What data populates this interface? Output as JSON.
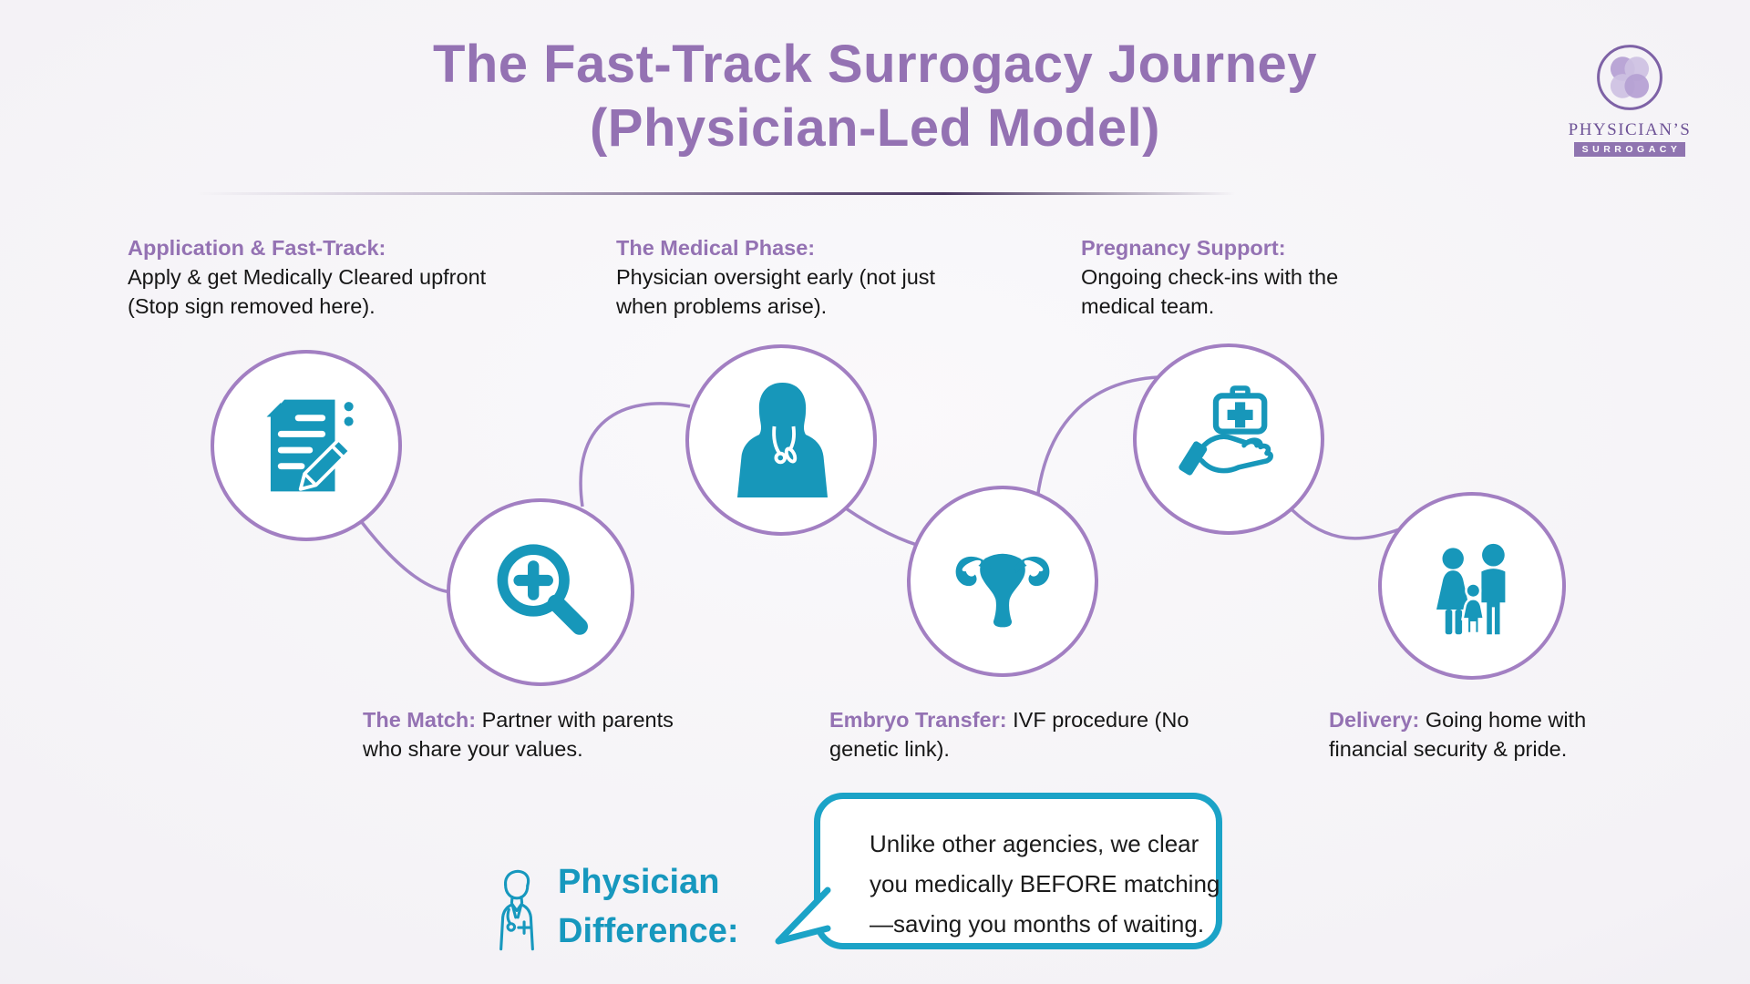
{
  "title": {
    "lines": [
      "The Fast-Track Surrogacy Journey",
      "(Physician-Led Model)"
    ]
  },
  "logo": {
    "name": "PHYSICIAN’S",
    "tagline": "SURROGACY",
    "icon": "clover-flower-icon"
  },
  "steps": [
    {
      "id": "application",
      "heading": "Application & Fast-Track:",
      "body": "Apply & get Medically Cleared upfront (Stop sign removed here).",
      "icon": "document-pencil-icon"
    },
    {
      "id": "match",
      "heading": "The Match:",
      "body": "Partner with parents who share your values.",
      "icon": "magnifier-plus-icon"
    },
    {
      "id": "medical-phase",
      "heading": "The Medical Phase:",
      "body": "Physician oversight early (not just when problems arise).",
      "icon": "female-doctor-icon"
    },
    {
      "id": "embryo-transfer",
      "heading": "Embryo Transfer:",
      "body": "IVF procedure (No genetic link).",
      "icon": "uterus-icon"
    },
    {
      "id": "pregnancy-support",
      "heading": "Pregnancy Support:",
      "body": "Ongoing check-ins with the medical team.",
      "icon": "hand-medkit-icon"
    },
    {
      "id": "delivery",
      "heading": "Delivery:",
      "body": "Going home with financial security & pride.",
      "icon": "family-icon"
    }
  ],
  "callout": {
    "label_lines": [
      "Physician",
      "Difference:"
    ],
    "icon": "doctor-outline-icon",
    "bubble_lines": [
      "Unlike other agencies, we clear",
      "you medically BEFORE matching",
      "—saving you months of waiting."
    ]
  },
  "colors": {
    "purple": "#9472B3",
    "purple_light": "#A27FC2",
    "teal": "#1797BA",
    "callout_teal": "#1BA3C7",
    "text": "#161616",
    "background": "#F4F2F6"
  }
}
